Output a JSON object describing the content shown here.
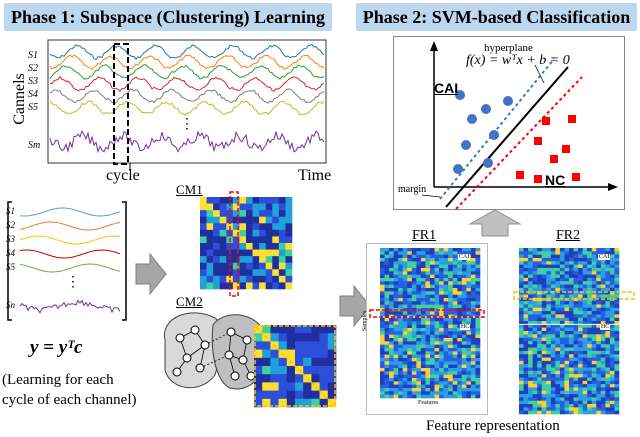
{
  "phase1": {
    "title": "Phase 1: Subspace (Clustering) Learning"
  },
  "phase2": {
    "title": "Phase 2: SVM-based Classification"
  },
  "signals": {
    "y_axis_label": "Cannels",
    "x_axis_label": "Time",
    "cycle_label": "cycle",
    "channel_labels": [
      "S1",
      "S2",
      "S3",
      "S4",
      "S5",
      "Sm"
    ],
    "ellipsis": "⋮"
  },
  "cycles": {
    "labels": [
      "S1",
      "S2",
      "S3",
      "S4",
      "S5",
      "Sn"
    ],
    "ellipsis": "⋮",
    "equation": "y = yᵀc",
    "note_line1": "(Learning for each",
    "note_line2": "cycle of each channel)"
  },
  "cm": {
    "cm1_label": "CM1",
    "cm2_label": "CM2"
  },
  "svm": {
    "hyperplane_label": "hyperplane",
    "equation": "f(x) = wᵀx + b = 0",
    "class_a": "CAI",
    "class_b": "NC",
    "margin_label": "margin",
    "colors": {
      "cai": "#4472c4",
      "nc": "#ff0000",
      "dotted_blue": "#4472c4",
      "dotted_red": "#ff0000"
    }
  },
  "fr": {
    "fr1_label": "FR1",
    "fr2_label": "FR2",
    "cai_tag": "CAI",
    "hc_tag": "HC",
    "samples_axis": "Samples",
    "features_axis": "Features",
    "caption": "Feature representation"
  }
}
